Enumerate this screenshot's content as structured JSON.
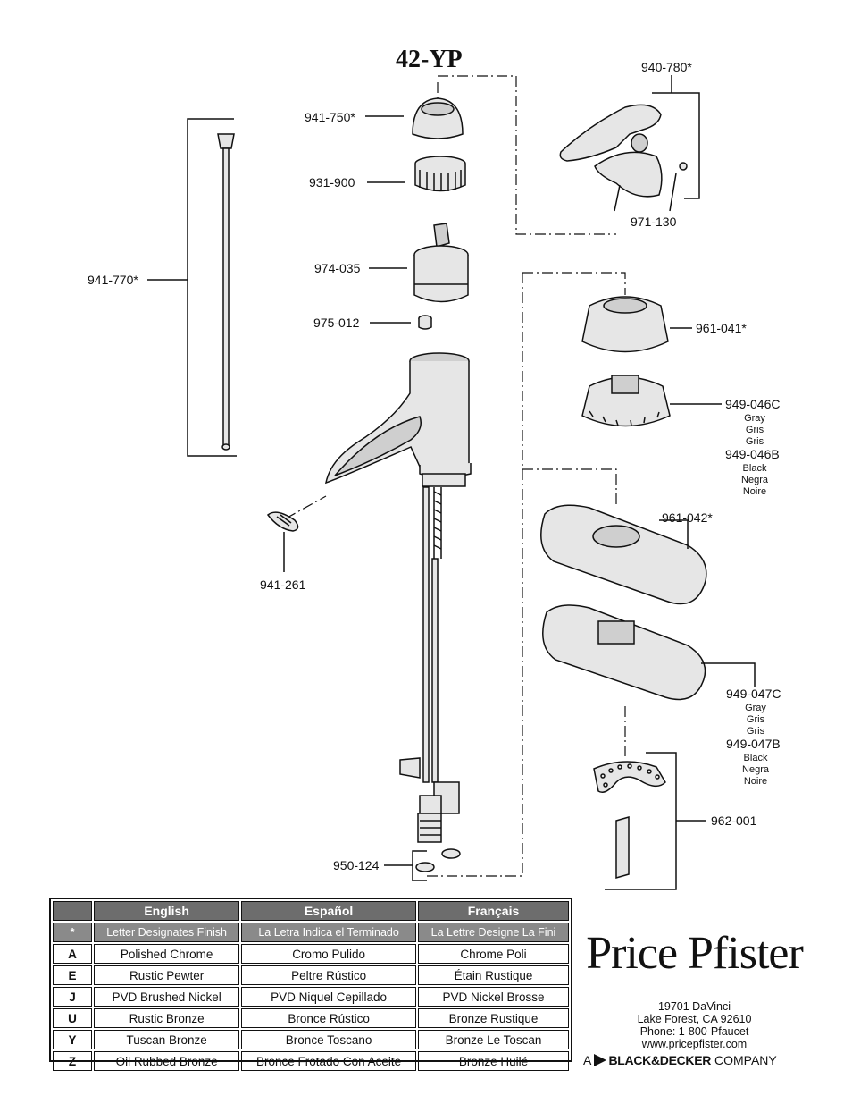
{
  "title": "42-YP",
  "labels": {
    "escutcheon_cap": "941-750*",
    "retainer_nut": "931-900",
    "cartridge": "974-035",
    "adapter": "975-012",
    "lift_rod": "941-770*",
    "button": "941-261",
    "supply_lines": "950-124",
    "handle": "940-780*",
    "set_screw": "971-130",
    "flange_cover": "961-041*",
    "flange_gray": "949-046C",
    "flange_black": "949-046B",
    "plate_cover": "961-042*",
    "plate_gray": "949-047C",
    "plate_black": "949-047B",
    "mounting_kit": "962-001"
  },
  "finish_words": {
    "gray": [
      "Gray",
      "Gris",
      "Gris"
    ],
    "black": [
      "Black",
      "Negra",
      "Noire"
    ]
  },
  "table": {
    "headers": [
      "English",
      "Español",
      "Français"
    ],
    "note_symbol": "*",
    "note": [
      "Letter Designates Finish",
      "La Letra Indica el Terminado",
      "La Lettre Designe La Fini"
    ],
    "rows": [
      {
        "code": "A",
        "en": "Polished Chrome",
        "es": "Cromo Pulido",
        "fr": "Chrome Poli"
      },
      {
        "code": "E",
        "en": "Rustic Pewter",
        "es": "Peltre Rústico",
        "fr": "Étain Rustique"
      },
      {
        "code": "J",
        "en": "PVD Brushed Nickel",
        "es": "PVD Niquel Cepillado",
        "fr": "PVD Nickel Brosse"
      },
      {
        "code": "U",
        "en": "Rustic Bronze",
        "es": "Bronce Rústico",
        "fr": "Bronze Rustique"
      },
      {
        "code": "Y",
        "en": "Tuscan Bronze",
        "es": "Bronce Toscano",
        "fr": "Bronze Le Toscan"
      },
      {
        "code": "Z",
        "en": "Oil Rubbed Bronze",
        "es": "Bronce Frotado Con Aceite",
        "fr": "Bronze Huilé"
      }
    ]
  },
  "brand": {
    "logo": "Price Pfister",
    "address1": "19701 DaVinci",
    "address2": "Lake Forest, CA 92610",
    "phone": "Phone: 1-800-Pfaucet",
    "web": "www.pricepfister.com",
    "company_prefix": "A",
    "company_name": "BLACK&DECKER",
    "company_suffix": "COMPANY"
  }
}
